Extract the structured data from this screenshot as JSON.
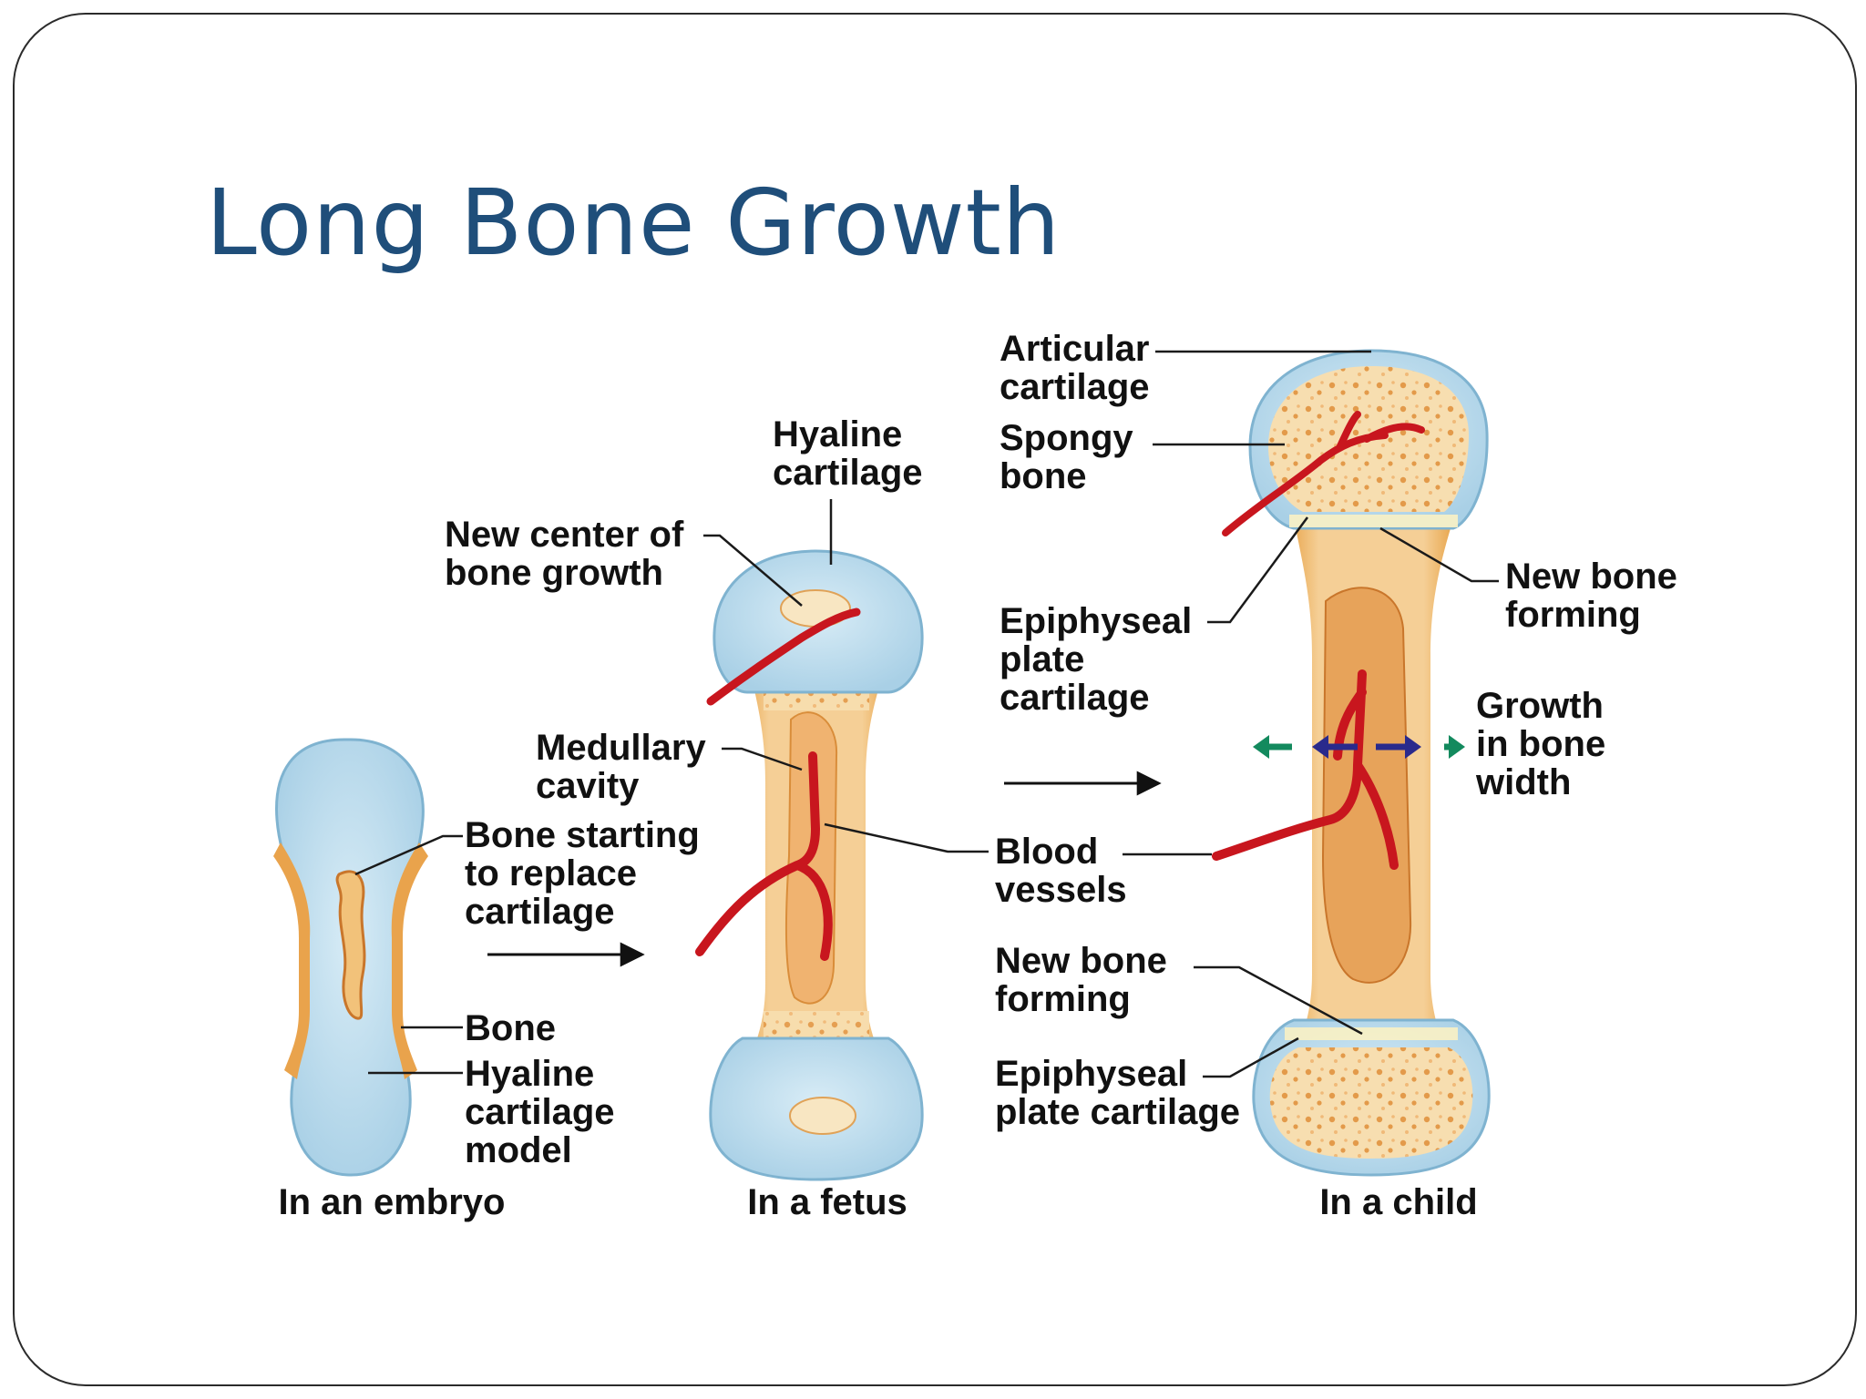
{
  "slide": {
    "title": "Long Bone Growth"
  },
  "stages": [
    {
      "id": "embryo",
      "caption": "In an embryo"
    },
    {
      "id": "fetus",
      "caption": "In a fetus"
    },
    {
      "id": "child",
      "caption": "In a child"
    }
  ],
  "labels": {
    "embryo_bone_starting": [
      "Bone starting",
      "to replace",
      "cartilage"
    ],
    "embryo_bone": [
      "Bone"
    ],
    "embryo_hyaline_model": [
      "Hyaline",
      "cartilage",
      "model"
    ],
    "fetus_hyaline": [
      "Hyaline",
      "cartilage"
    ],
    "fetus_new_center": [
      "New center of",
      "bone growth"
    ],
    "fetus_medullary": [
      "Medullary",
      "cavity"
    ],
    "blood_vessels": [
      "Blood",
      "vessels"
    ],
    "child_articular": [
      "Articular",
      "cartilage"
    ],
    "child_spongy": [
      "Spongy",
      "bone"
    ],
    "child_epiphyseal_upper": [
      "Epiphyseal",
      "plate",
      "cartilage"
    ],
    "child_new_bone_upper": [
      "New bone",
      "forming"
    ],
    "child_growth_width": [
      "Growth",
      "in bone",
      "width"
    ],
    "child_new_bone_lower": [
      "New bone",
      "forming"
    ],
    "child_epiphyseal_lower": [
      "Epiphyseal",
      "plate cartilage"
    ]
  },
  "colors": {
    "title": "#1f4e7a",
    "cartilage": "#bcdcec",
    "bone": "#f3c98c",
    "bone_edge": "#e8a54c",
    "vessel": "#c8161e",
    "width_arrow_outer": "#138a5e",
    "width_arrow_inner": "#2a2a8c"
  }
}
